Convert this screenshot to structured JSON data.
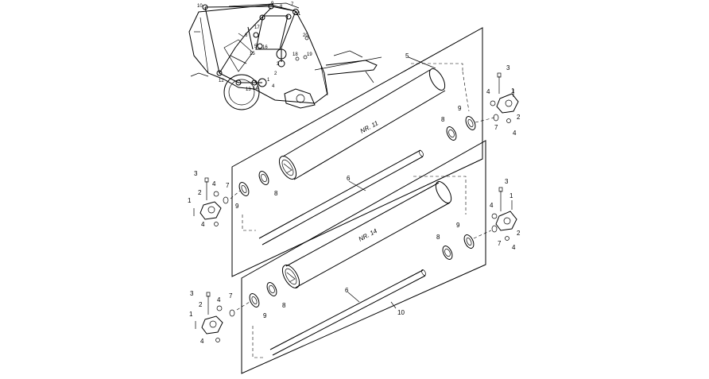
{
  "machine": {
    "labels": [
      "10",
      "9",
      "8",
      "7",
      "17",
      "11",
      "6",
      "20",
      "15",
      "16",
      "5",
      "3",
      "18",
      "19",
      "2",
      "1",
      "12",
      "13",
      "14",
      "4"
    ]
  },
  "panels": [
    {
      "title": "NR. 11",
      "parts": [
        "5",
        "6",
        "9",
        "8",
        "3",
        "4",
        "7",
        "2",
        "1",
        "4",
        "9",
        "8",
        "3",
        "4",
        "1",
        "7",
        "2",
        "4"
      ]
    },
    {
      "title": "NR. 14",
      "parts": [
        "6",
        "10",
        "9",
        "8",
        "3",
        "4",
        "7",
        "2",
        "1",
        "4",
        "9",
        "8",
        "3",
        "4",
        "1",
        "7",
        "2",
        "4"
      ]
    }
  ]
}
